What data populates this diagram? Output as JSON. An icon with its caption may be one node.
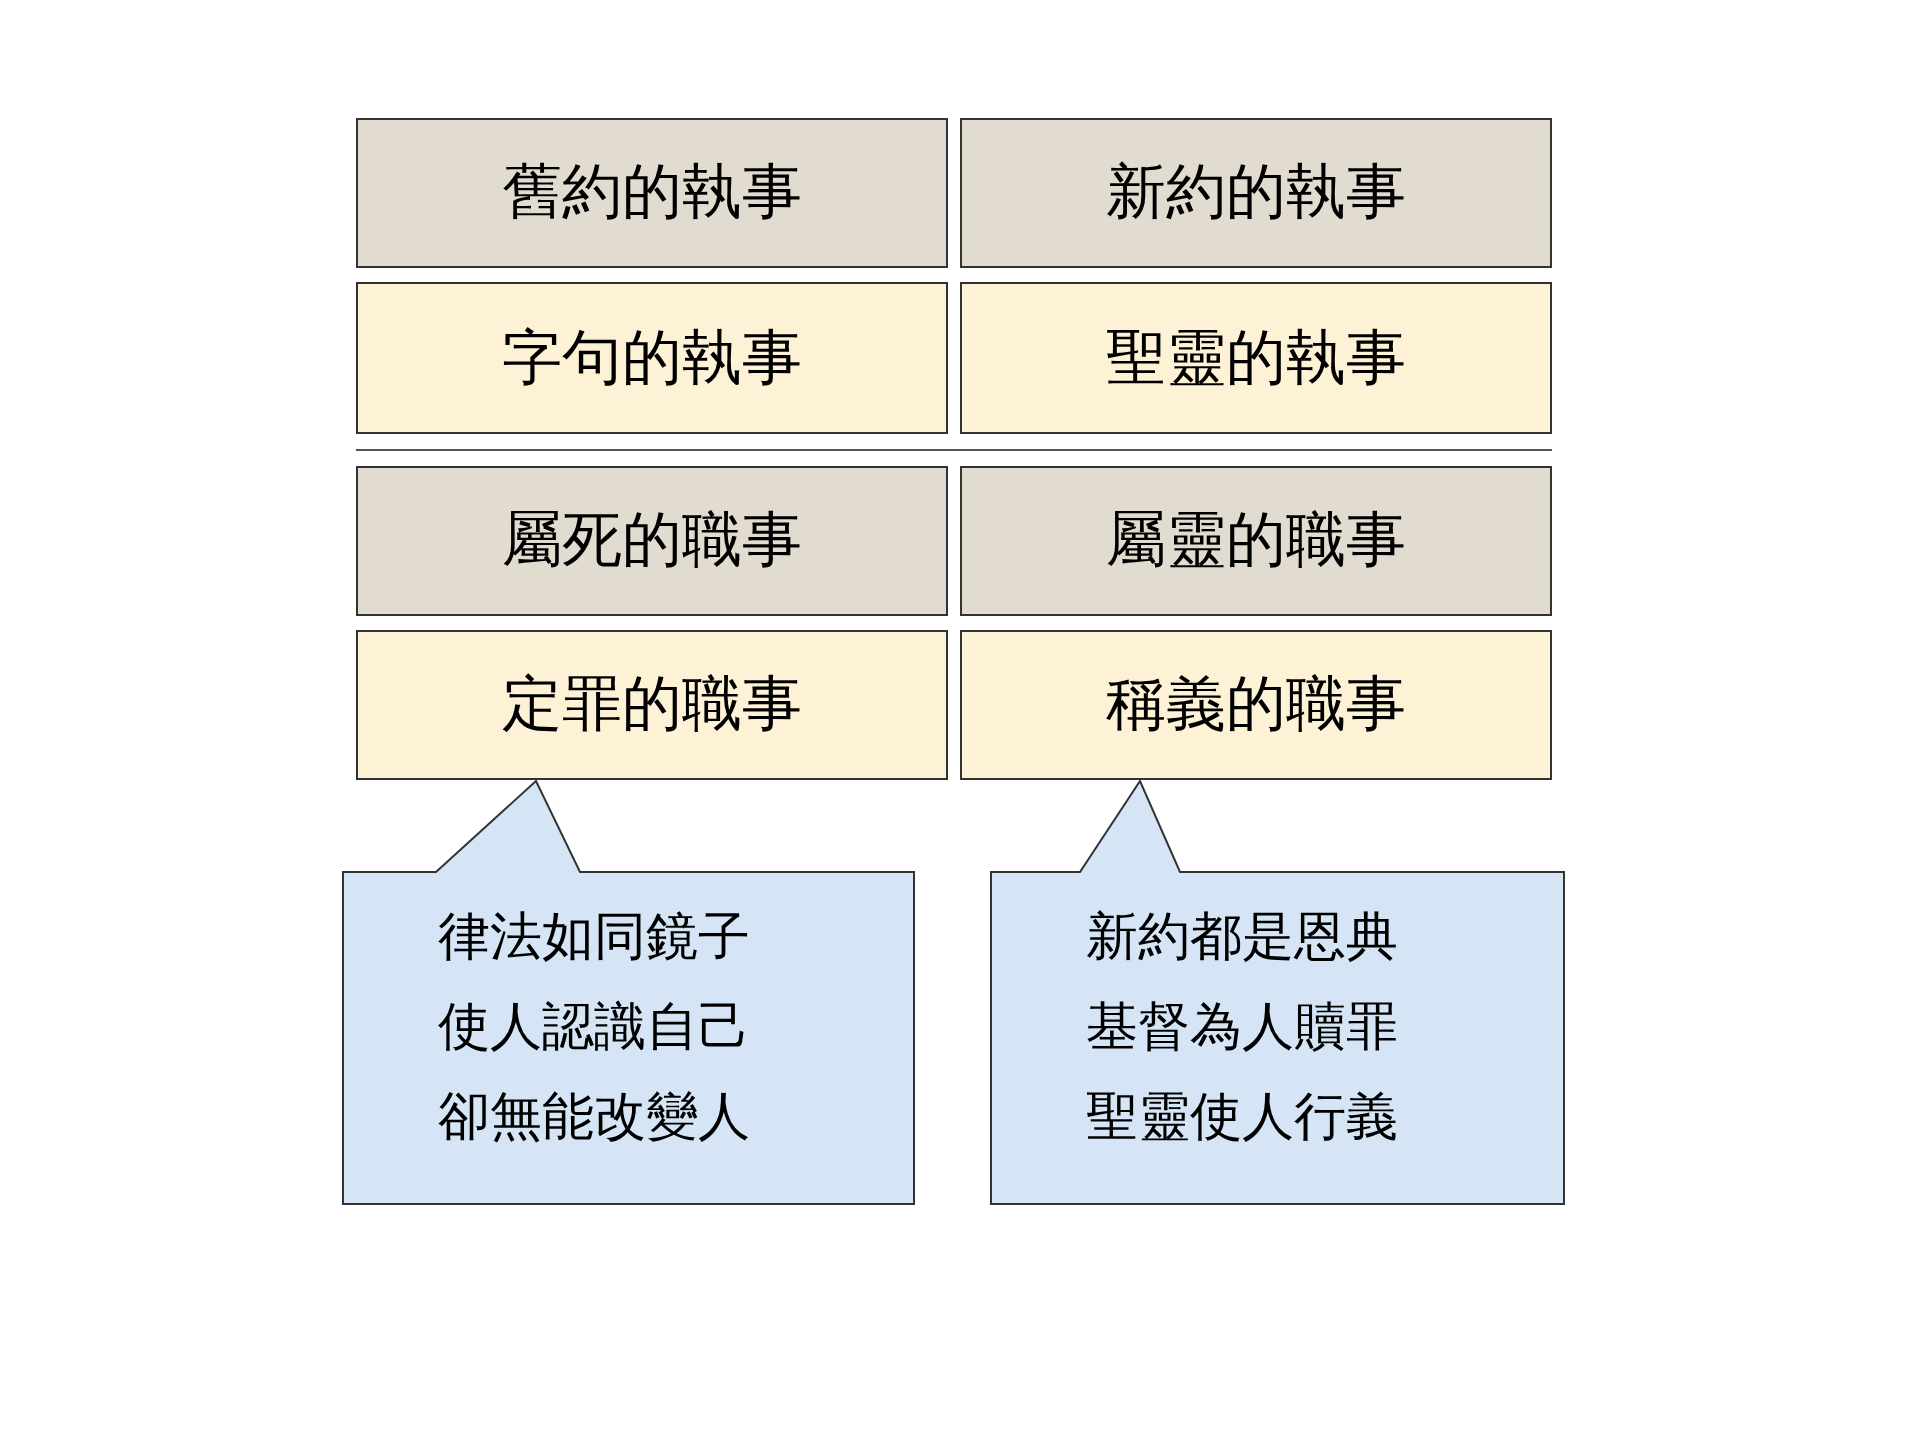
{
  "diagram": {
    "nodes": [
      {
        "text": [
          "舊約的執事"
        ]
      },
      {
        "text": [
          "新約的執事"
        ]
      },
      {
        "text": [
          "字句的執事"
        ]
      },
      {
        "text": [
          "聖靈的執事"
        ]
      },
      {
        "text": [
          "屬死的職事"
        ]
      },
      {
        "text": [
          "屬靈的職事"
        ]
      },
      {
        "text": [
          "定罪的職事"
        ]
      },
      {
        "text": [
          "稱義的職事"
        ]
      },
      {
        "text": [
          "律法如同鏡子",
          "使人認識自己",
          "卻無能改變人"
        ]
      },
      {
        "text": [
          "新約都是恩典",
          "基督為人贖罪",
          "聖靈使人行義"
        ]
      }
    ]
  }
}
